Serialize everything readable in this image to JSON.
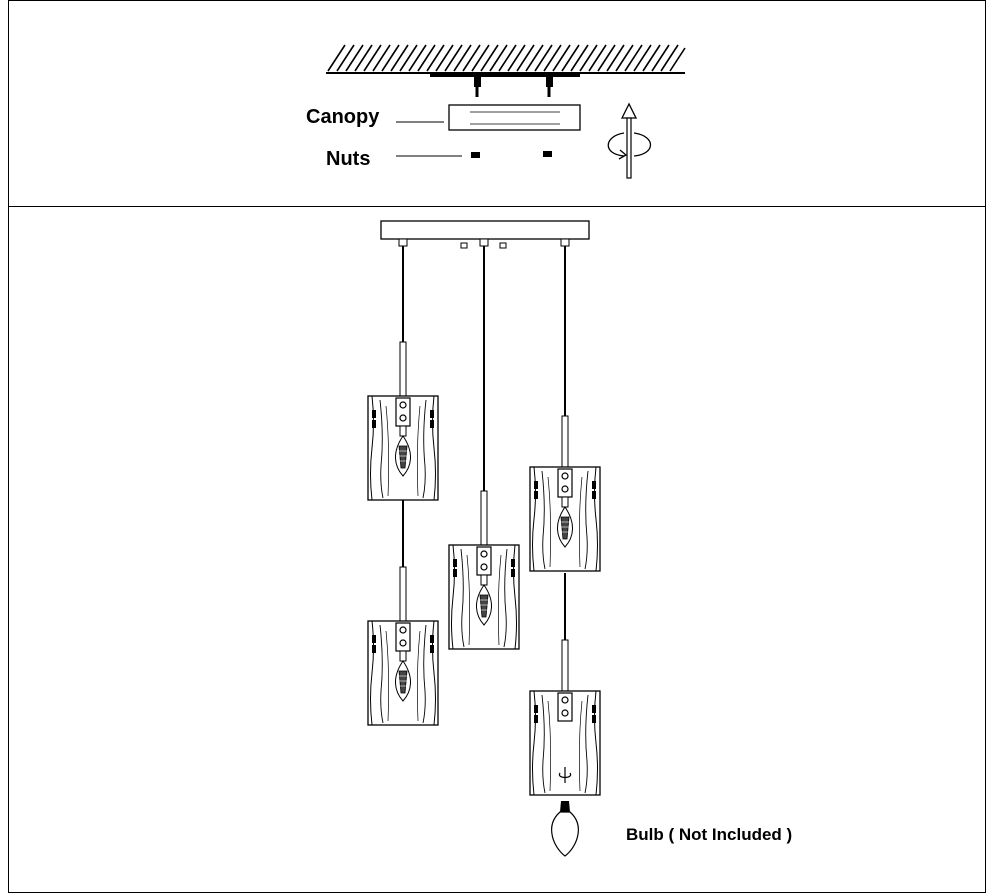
{
  "labels": {
    "canopy": "Canopy",
    "nuts": "Nuts",
    "bulb": "Bulb ( Not Included )"
  },
  "colors": {
    "ink": "#000000",
    "background": "#ffffff"
  }
}
